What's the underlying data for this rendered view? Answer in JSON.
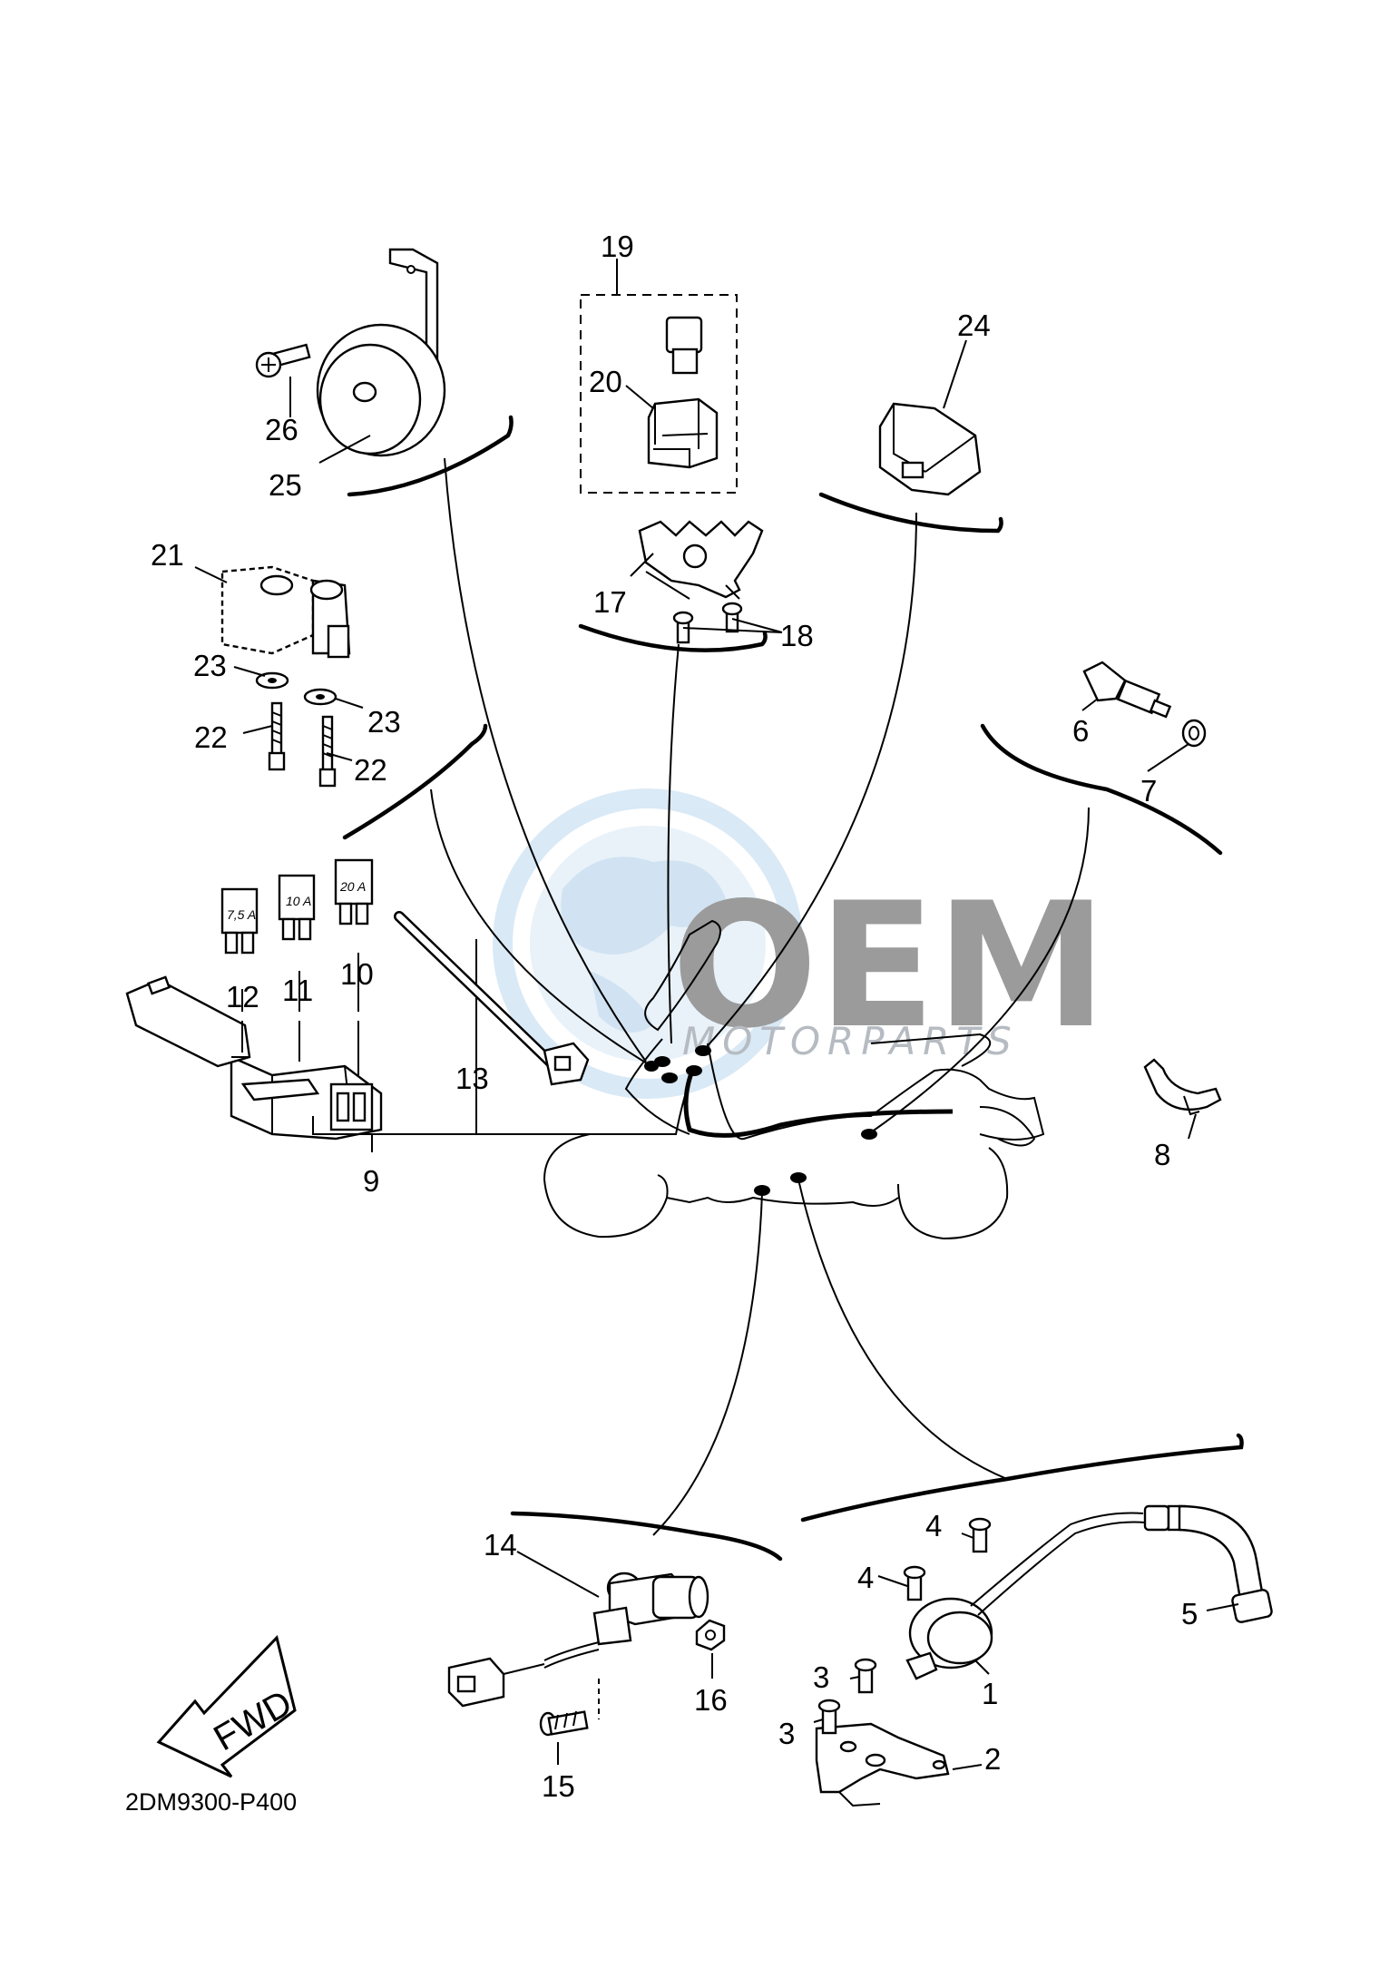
{
  "diagram_code": "2DM9300-P400",
  "direction_label": "FWD",
  "watermark": {
    "brand": "OEM",
    "sub": "MOTORPARTS"
  },
  "fuse_ratings": [
    "7,5 A",
    "10 A",
    "20 A"
  ],
  "callouts": {
    "c1": "1",
    "c2": "2",
    "c3a": "3",
    "c3b": "3",
    "c4a": "4",
    "c4b": "4",
    "c5": "5",
    "c6": "6",
    "c7": "7",
    "c8": "8",
    "c9": "9",
    "c10": "10",
    "c11": "11",
    "c12": "12",
    "c13": "13",
    "c14": "14",
    "c15": "15",
    "c16": "16",
    "c17": "17",
    "c18": "18",
    "c19": "19",
    "c20": "20",
    "c21": "21",
    "c22a": "22",
    "c22b": "22",
    "c23a": "23",
    "c23b": "23",
    "c24": "24",
    "c25": "25",
    "c26": "26"
  },
  "colors": {
    "line": "#000000",
    "watermark_globe": "#cfe3f3",
    "watermark_text": "#8a8a8a"
  }
}
